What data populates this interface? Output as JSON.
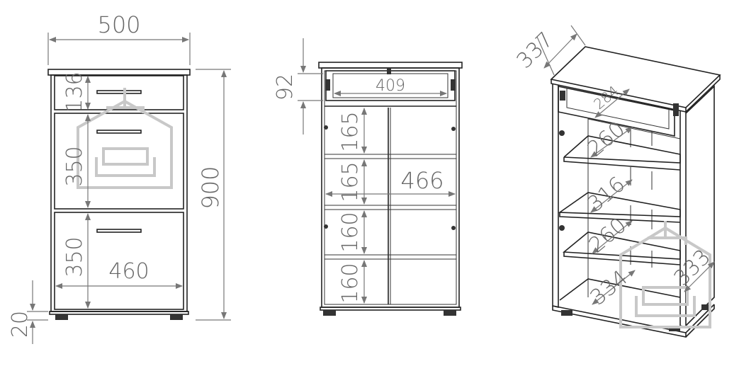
{
  "front_view": {
    "width": "500",
    "height": "900",
    "drawer1_height": "136",
    "drawer2_height": "350",
    "drawer3_height": "350",
    "inner_width": "460",
    "foot_height": "20"
  },
  "open_view": {
    "drawer_height": "92",
    "drawer_width": "409",
    "shelf1": "165",
    "shelf2": "165",
    "shelf3": "160",
    "shelf4": "160",
    "inner_width": "466"
  },
  "iso_view": {
    "depth": "337",
    "drawer_depth": "284",
    "shelf1_depth": "260",
    "shelf2_depth": "316",
    "shelf3_depth": "260",
    "bottom_depth": "334",
    "side_depth": "333"
  },
  "colors": {
    "line": "#222222",
    "dimension": "#666666",
    "watermark": "#c8c8c8"
  }
}
